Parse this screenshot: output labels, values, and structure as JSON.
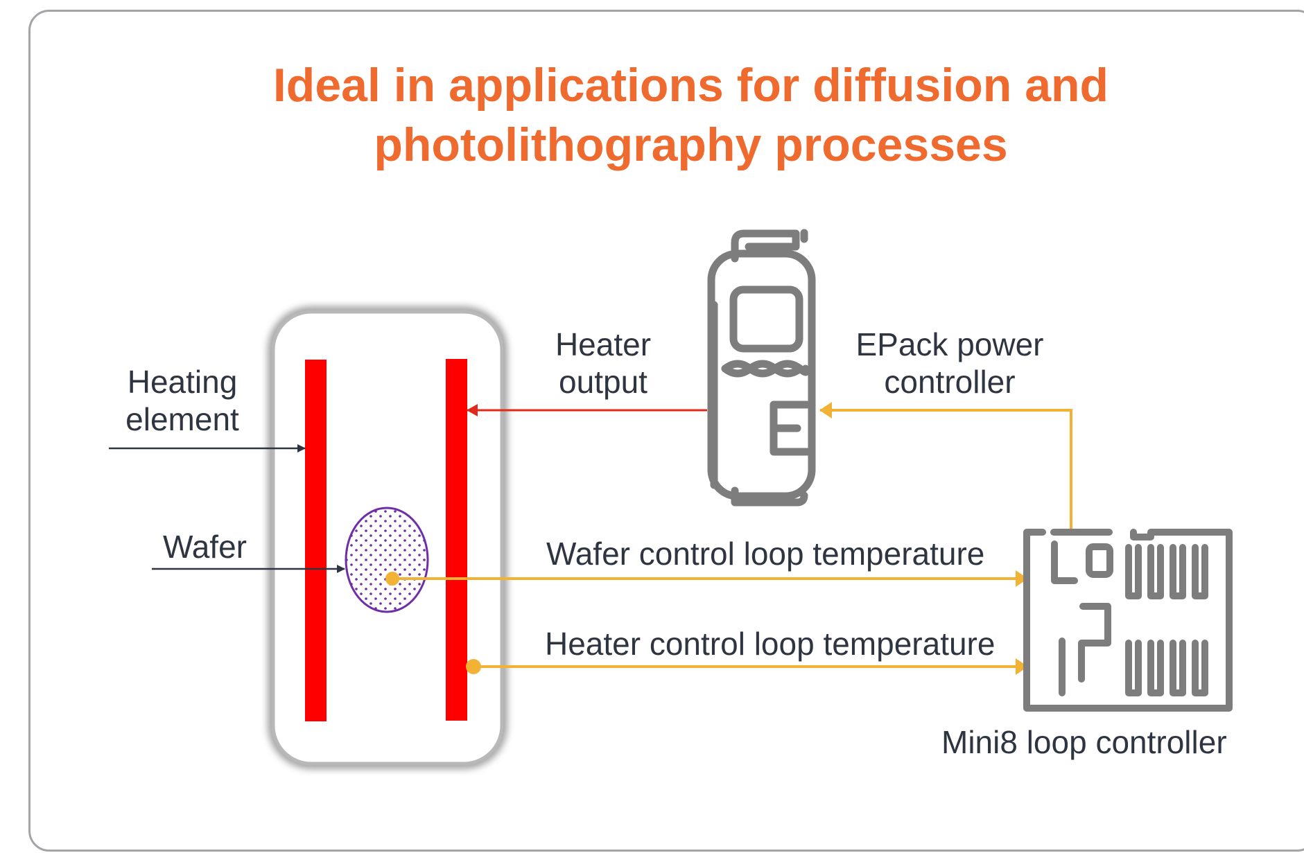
{
  "title": {
    "line1": "Ideal in applications for diffusion and",
    "line2": "photolithography processes"
  },
  "labels": {
    "heating_element": {
      "line1": "Heating",
      "line2": "element"
    },
    "wafer": "Wafer",
    "heater_output": {
      "line1": "Heater",
      "line2": "output"
    },
    "epack": {
      "line1": "EPack power",
      "line2": "controller"
    },
    "wafer_loop": "Wafer control loop temperature",
    "heater_loop": "Heater control loop temperature",
    "mini8": "Mini8 loop controller"
  },
  "colors": {
    "title": "#ee6a2f",
    "heater": "#ff0000",
    "heater_line": "#e0281c",
    "signal": "#f2b236",
    "wafer": "#6f2da8",
    "device": "#7d7d7d",
    "text": "#2f3540"
  },
  "icons": [
    "epack-power-controller-icon",
    "mini8-loop-controller-icon",
    "wafer-icon"
  ]
}
